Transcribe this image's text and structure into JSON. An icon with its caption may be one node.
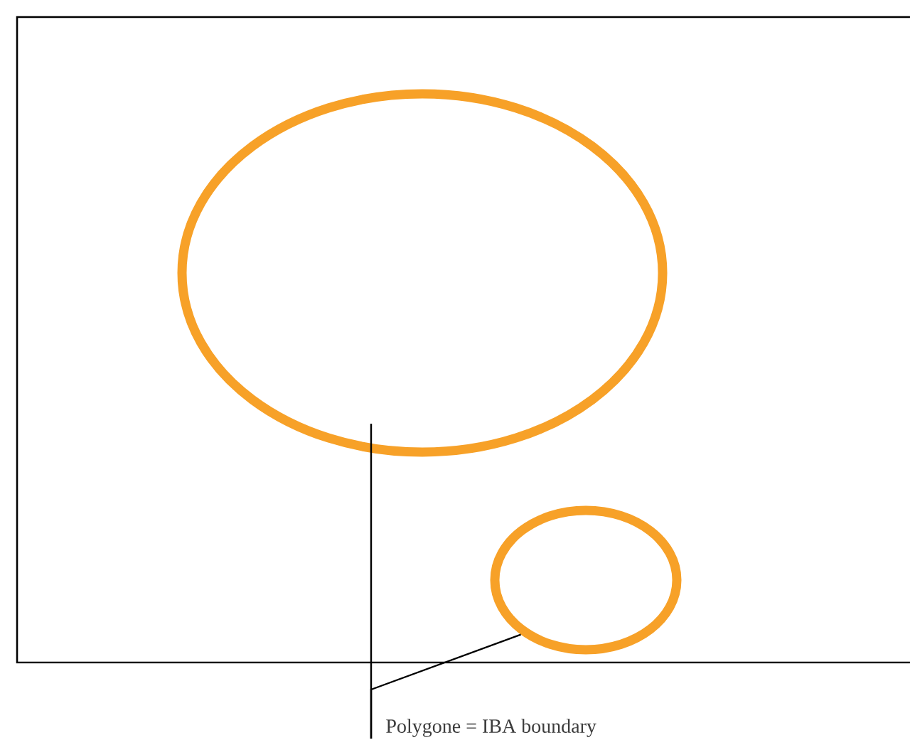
{
  "diagram": {
    "nodes": [
      {
        "text": [],
        "shape": "box"
      },
      {
        "text": [],
        "shape": "ellipse",
        "in": 0
      },
      {
        "text": [],
        "shape": "ellipse",
        "in": 0
      },
      {
        "text": [
          "Polygone = IBA boundary"
        ]
      }
    ],
    "edges": [
      {
        "from": 3,
        "to": 1,
        "arrow": "none"
      },
      {
        "from": 3,
        "to": 2,
        "arrow": "none"
      }
    ]
  }
}
